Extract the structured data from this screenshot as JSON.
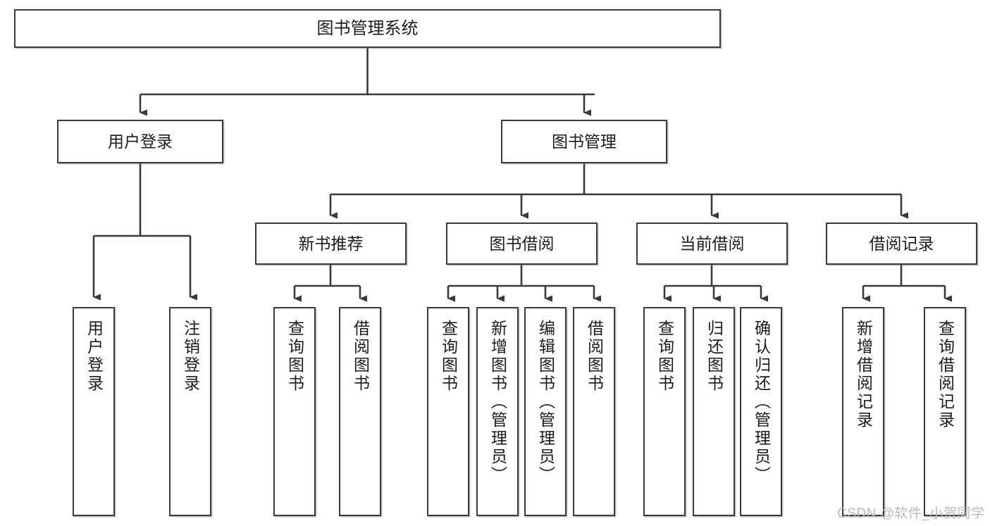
{
  "diagram": {
    "type": "tree",
    "title": "图书管理系统",
    "root": {
      "id": "root",
      "label": "图书管理系统"
    },
    "level2": [
      {
        "id": "user-login",
        "label": "用户登录"
      },
      {
        "id": "book-manage",
        "label": "图书管理"
      }
    ],
    "level3": [
      {
        "id": "new-book-recommend",
        "label": "新书推荐",
        "parent": "book-manage"
      },
      {
        "id": "book-borrow",
        "label": "图书借阅",
        "parent": "book-manage"
      },
      {
        "id": "current-borrow",
        "label": "当前借阅",
        "parent": "book-manage"
      },
      {
        "id": "borrow-record",
        "label": "借阅记录",
        "parent": "book-manage"
      }
    ],
    "leaves": [
      {
        "id": "leaf-user-login",
        "label": "用户登录",
        "parent": "user-login"
      },
      {
        "id": "leaf-logout-login",
        "label": "注销登录",
        "parent": "user-login"
      },
      {
        "id": "leaf-query-book-1",
        "label": "查询图书",
        "parent": "new-book-recommend"
      },
      {
        "id": "leaf-borrow-book-1",
        "label": "借阅图书",
        "parent": "new-book-recommend"
      },
      {
        "id": "leaf-query-book-2",
        "label": "查询图书",
        "parent": "book-borrow"
      },
      {
        "id": "leaf-add-book",
        "label": "新增图书（管理员）",
        "parent": "book-borrow"
      },
      {
        "id": "leaf-edit-book",
        "label": "编辑图书（管理员）",
        "parent": "book-borrow"
      },
      {
        "id": "leaf-borrow-book-2",
        "label": "借阅图书",
        "parent": "book-borrow"
      },
      {
        "id": "leaf-query-book-3",
        "label": "查询图书",
        "parent": "current-borrow"
      },
      {
        "id": "leaf-return-book",
        "label": "归还图书",
        "parent": "current-borrow"
      },
      {
        "id": "leaf-confirm-return",
        "label": "确认归还（管理员）",
        "parent": "current-borrow"
      },
      {
        "id": "leaf-add-record",
        "label": "新增借阅记录",
        "parent": "borrow-record"
      },
      {
        "id": "leaf-query-record",
        "label": "查询借阅记录",
        "parent": "borrow-record"
      }
    ],
    "colors": {
      "box_border": "#3a3a3a",
      "box_fill": "#ffffff",
      "connector": "#3a3a3a",
      "text": "#1c1c1c",
      "watermark": "#b9b9b9",
      "background": "#ffffff"
    }
  },
  "watermark": {
    "text": "CSDN @软件_小贺同学"
  }
}
